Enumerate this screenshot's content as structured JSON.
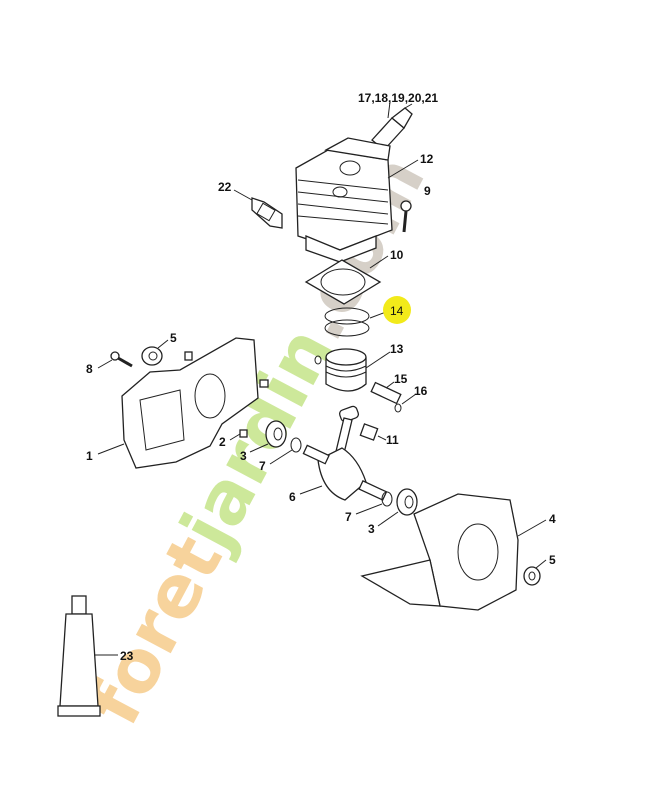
{
  "diagram": {
    "watermark": {
      "prefix": "foret",
      "middle": "jardin",
      "suffix": ".com",
      "colors": {
        "orange": "#f7d39c",
        "green": "#cde89a",
        "grey": "#d6d0c8"
      }
    },
    "highlight_color": "#f2ea1a",
    "highlighted_label": "14",
    "labels": {
      "spark_plug": "17,18,19,20,21",
      "cylinder": "12",
      "exhaust_gasket": "22",
      "screw_9": "9",
      "cylinder_gasket": "10",
      "piston_rings": "14",
      "oil_seal_left": "5",
      "screw_8": "8",
      "piston": "13",
      "piston_pin": "15",
      "circlip": "16",
      "dowel_pin": "2",
      "needle_cage": "11",
      "bearing_left": "3",
      "crankcase_left": "1",
      "o_ring_left": "7",
      "crankshaft": "6",
      "o_ring_right": "7",
      "crankcase_right": "4",
      "bearing_right": "3",
      "oil_seal_right": "5",
      "grease_tube": "23"
    }
  }
}
